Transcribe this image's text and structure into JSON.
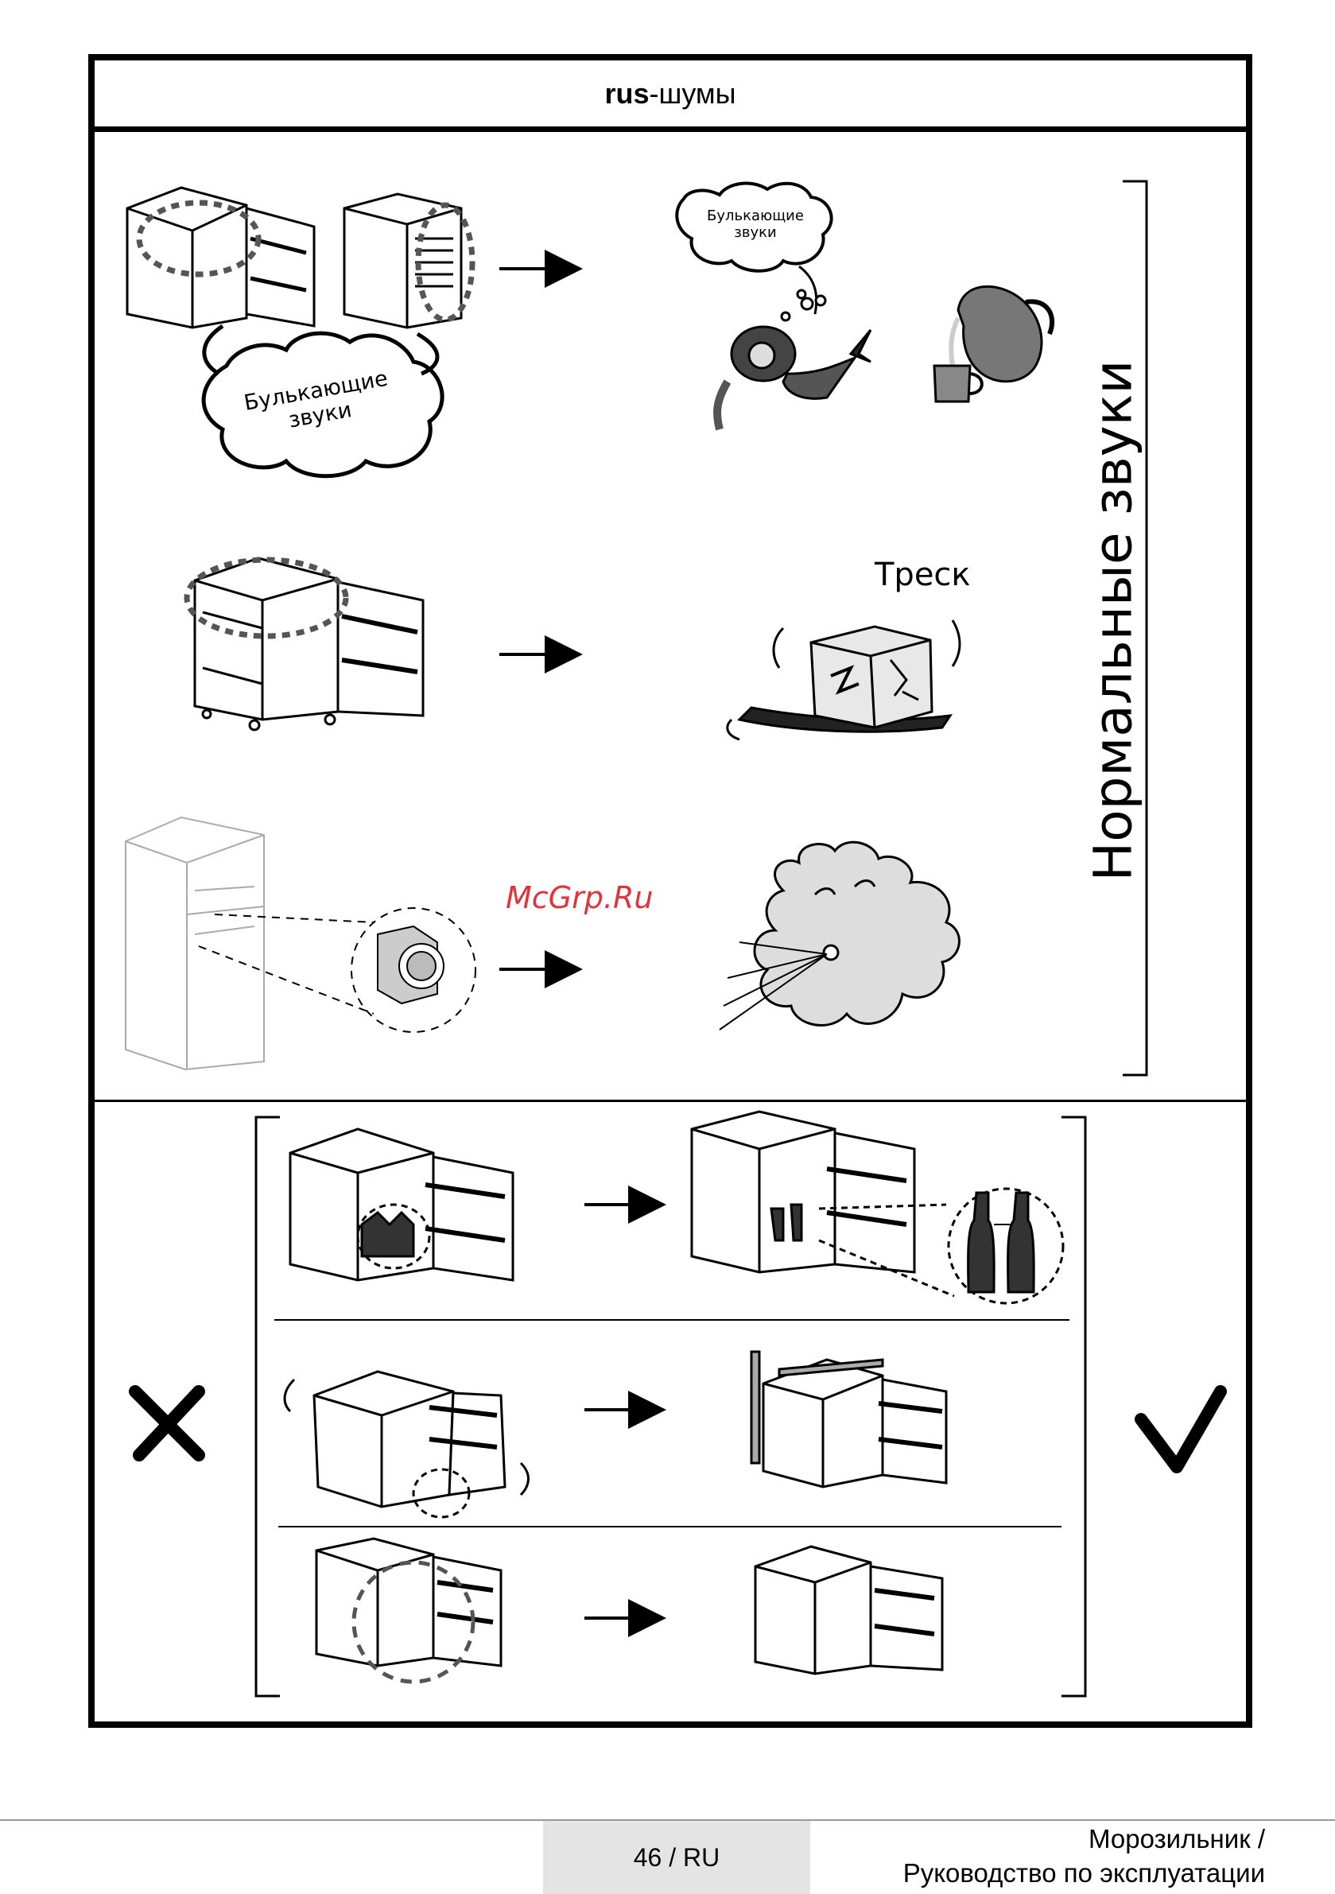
{
  "header": {
    "title_bold": "rus",
    "title_rest": "-шумы"
  },
  "section_label": "Нормальные звуки",
  "bubble_large": {
    "line1": "Булькающие",
    "line2": "звуки"
  },
  "bubble_small": {
    "line1": "Булькающие",
    "line2": "звуки"
  },
  "crack_label": "Треск",
  "watermark": "McGrp.Ru",
  "footer": {
    "page": "46 / RU",
    "doc_line1": "Морозильник /",
    "doc_line2": "Руководство по эксплуатации"
  },
  "colors": {
    "watermark": "#e0343a",
    "footer_bg": "#e4e4e4"
  }
}
